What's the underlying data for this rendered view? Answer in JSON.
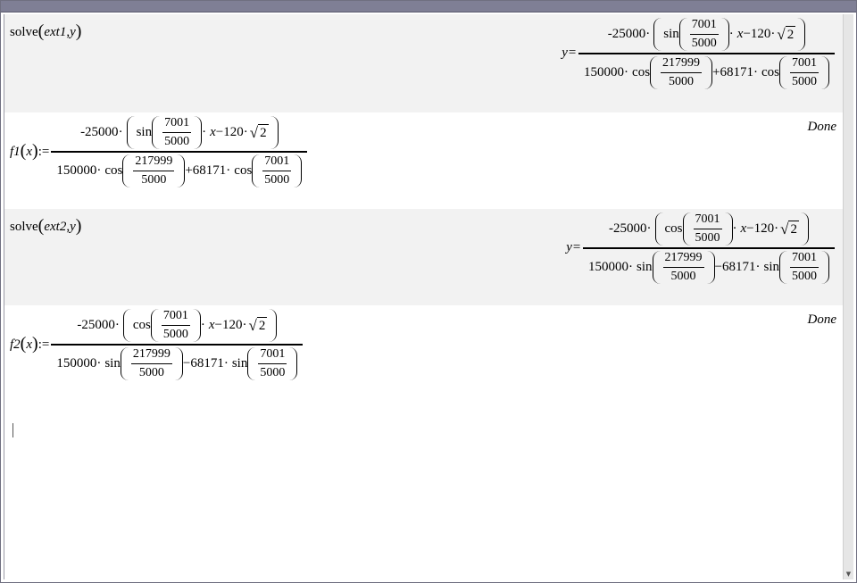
{
  "entries": [
    {
      "command": {
        "fn": "solve",
        "arg1": "ext1",
        "sep": ",",
        "arg2": "y"
      },
      "result": {
        "lhs": "y=",
        "numerator": {
          "neg_coef": "-25000",
          "trig": "sin",
          "angle_num": "7001",
          "angle_den": "5000",
          "var": "x",
          "minus": "−",
          "coef2": "120",
          "radicand": "2"
        },
        "denominator": {
          "coef1": "150000",
          "trig1": "cos",
          "a1_num": "217999",
          "a1_den": "5000",
          "op": "+",
          "coef2": "68171",
          "trig2": "cos",
          "a2_num": "7001",
          "a2_den": "5000"
        }
      }
    },
    {
      "definition": {
        "name": "f1",
        "var": "x",
        "assign": ":=",
        "numerator": {
          "neg_coef": "-25000",
          "trig": "sin",
          "angle_num": "7001",
          "angle_den": "5000",
          "var": "x",
          "minus": "−",
          "coef2": "120",
          "radicand": "2"
        },
        "denominator": {
          "coef1": "150000",
          "trig1": "cos",
          "a1_num": "217999",
          "a1_den": "5000",
          "op": "+",
          "coef2": "68171",
          "trig2": "cos",
          "a2_num": "7001",
          "a2_den": "5000"
        }
      },
      "status": "Done"
    },
    {
      "command": {
        "fn": "solve",
        "arg1": "ext2",
        "sep": ",",
        "arg2": "y"
      },
      "result": {
        "lhs": "y=",
        "numerator": {
          "neg_coef": "-25000",
          "trig": "cos",
          "angle_num": "7001",
          "angle_den": "5000",
          "var": "x",
          "minus": "−",
          "coef2": "120",
          "radicand": "2"
        },
        "denominator": {
          "coef1": "150000",
          "trig1": "sin",
          "a1_num": "217999",
          "a1_den": "5000",
          "op": "−",
          "coef2": "68171",
          "trig2": "sin",
          "a2_num": "7001",
          "a2_den": "5000"
        }
      }
    },
    {
      "definition": {
        "name": "f2",
        "var": "x",
        "assign": ":=",
        "numerator": {
          "neg_coef": "-25000",
          "trig": "cos",
          "angle_num": "7001",
          "angle_den": "5000",
          "var": "x",
          "minus": "−",
          "coef2": "120",
          "radicand": "2"
        },
        "denominator": {
          "coef1": "150000",
          "trig1": "sin",
          "a1_num": "217999",
          "a1_den": "5000",
          "op": "−",
          "coef2": "68171",
          "trig2": "sin",
          "a2_num": "7001",
          "a2_den": "5000"
        }
      },
      "status": "Done"
    }
  ],
  "symbols": {
    "dot": "·",
    "paren_open": "(",
    "paren_close": ")",
    "radical": "√"
  },
  "colors": {
    "titlebar": "#7f7f95",
    "shaded_row": "#f2f2f2",
    "background": "#ffffff"
  }
}
